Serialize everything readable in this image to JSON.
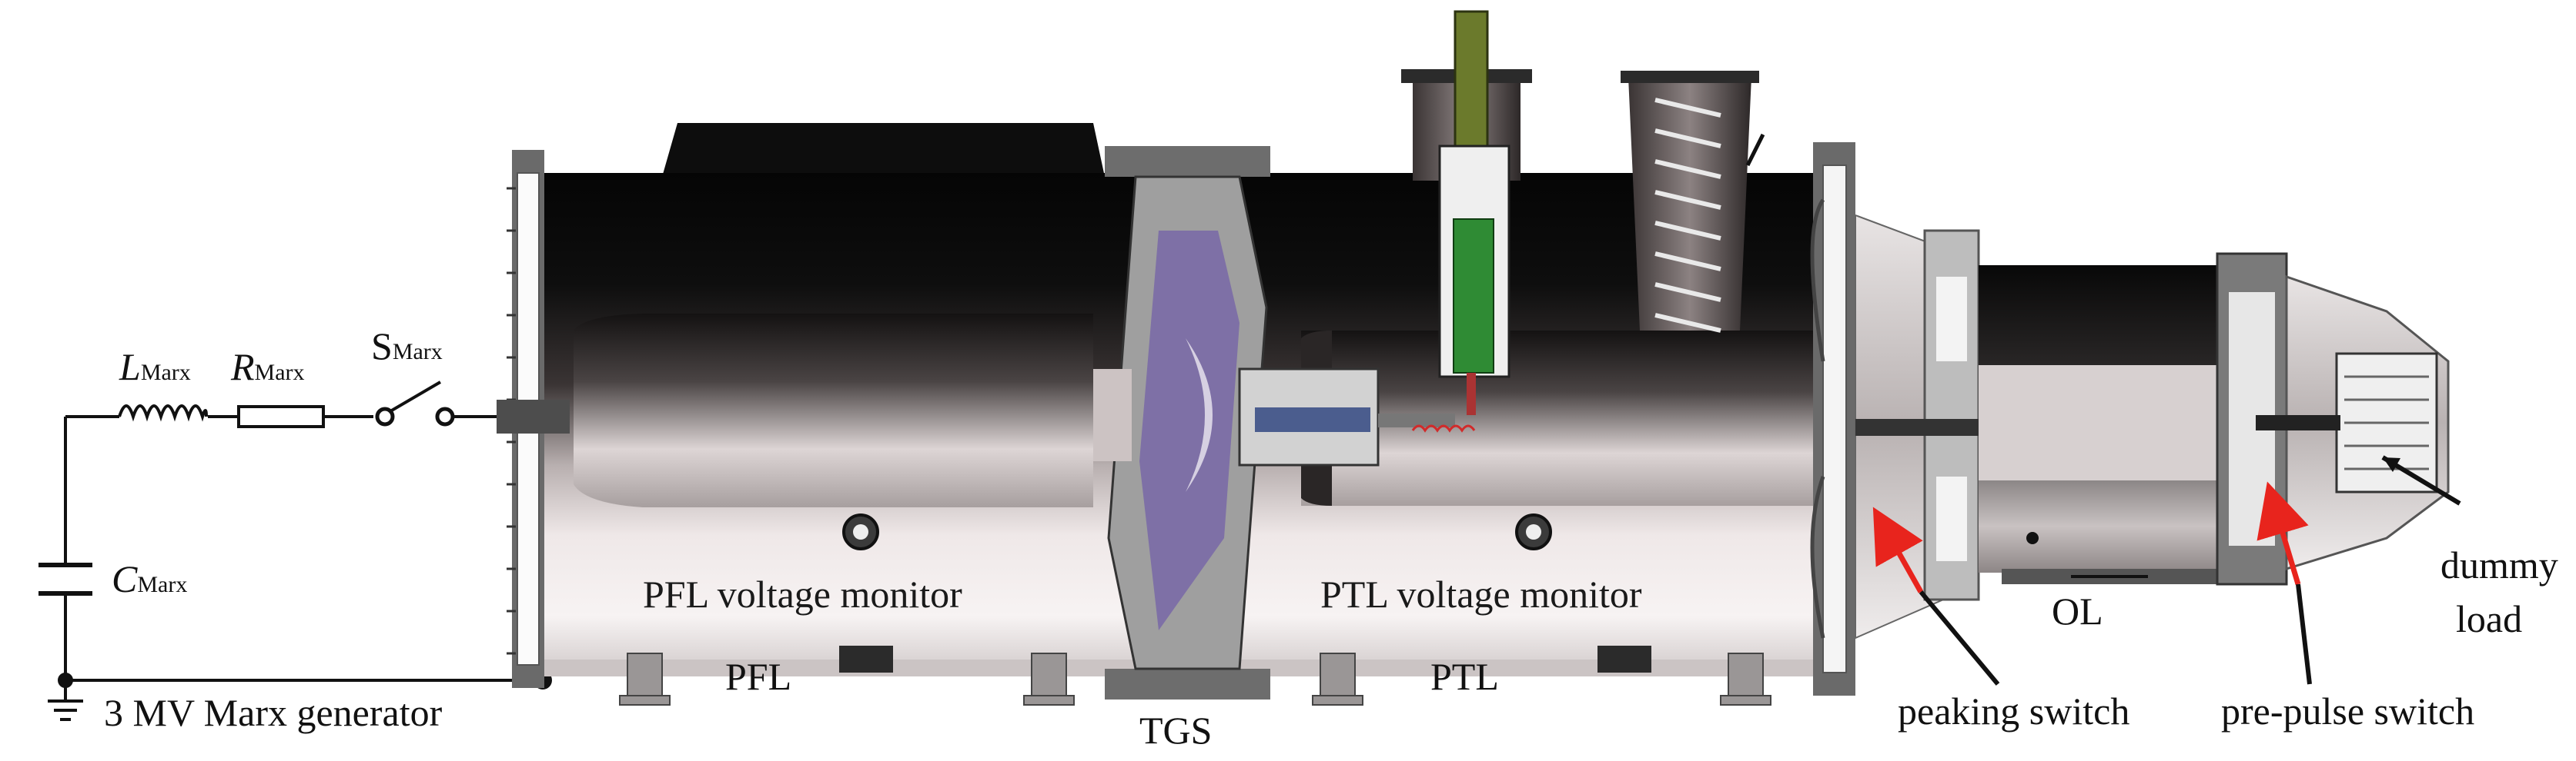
{
  "circuit": {
    "inductor": "L",
    "inductor_sub": "Marx",
    "resistor": "R",
    "resistor_sub": "Marx",
    "switch": "S",
    "switch_sub": "Marx",
    "capacitor": "C",
    "capacitor_sub": "Marx",
    "generator": "3 MV Marx generator"
  },
  "labels": {
    "pfl_monitor": "PFL voltage monitor",
    "ptl_monitor": "PTL voltage monitor",
    "pfl": "PFL",
    "ptl": "PTL",
    "tgs": "TGS",
    "ol": "OL",
    "peaking_switch": "peaking switch",
    "prepulse_switch": "pre-pulse switch",
    "dummy_load_1": "dummy",
    "dummy_load_2": "load"
  },
  "colors": {
    "body_dark": "#0c0c0c",
    "body_light": "#f4efef",
    "flange": "#5e5e5e",
    "tgs_insulator": "#8e82b3",
    "trigger_green": "#2f8b34",
    "rod_olive": "#6b7a2c",
    "arrow_red": "#e8241d",
    "coil_red": "#d22a2a"
  }
}
